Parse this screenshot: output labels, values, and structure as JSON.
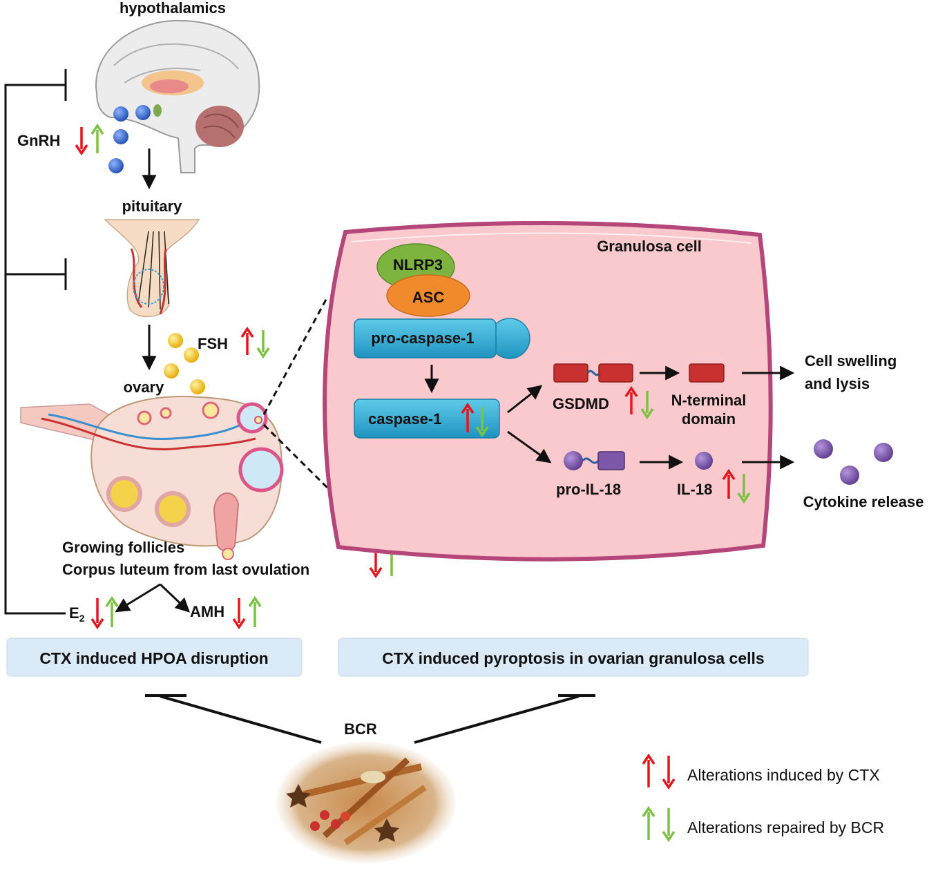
{
  "labels": {
    "hypothalamics": "hypothalamics",
    "gnrh": "GnRH",
    "pituitary": "pituitary",
    "fsh": "FSH",
    "ovary": "ovary",
    "growing_follicles": "Growing follicles",
    "corpus_luteum": "Corpus luteum from last ovulation",
    "e2_base": "E",
    "e2_sub": "2",
    "amh": "AMH"
  },
  "granulosa": {
    "title": "Granulosa cell",
    "nlrp3": "NLRP3",
    "asc": "ASC",
    "pro_caspase": "pro-caspase-1",
    "caspase": "caspase-1",
    "gsdmd": "GSDMD",
    "n_terminal_line1": "N-terminal",
    "n_terminal_line2": "domain",
    "pro_il18": "pro-IL-18",
    "il18": "IL-18",
    "cell_swelling_line1": "Cell swelling",
    "cell_swelling_line2": "and lysis",
    "cytokine_release": "Cytokine release"
  },
  "boxes": {
    "hpoa": "CTX induced HPOA disruption",
    "pyroptosis": "CTX induced pyroptosis in ovarian granulosa cells"
  },
  "bcr_label": "BCR",
  "legend": {
    "ctx": "Alterations induced by CTX",
    "bcr": "Alterations repaired by BCR"
  },
  "colors": {
    "ctx_arrow": "#e8141b",
    "bcr_arrow": "#7cc242",
    "cell_fill": "#f9c9cd",
    "cell_border": "#b5467a",
    "box_fill": "#dbeaf7",
    "caspase_fill": "#2eaed8",
    "gsdmd_fill": "#c8312f",
    "il18_fill": "#7e58a8",
    "nlrp3_fill": "#7db33f",
    "asc_fill": "#f08a2c"
  }
}
